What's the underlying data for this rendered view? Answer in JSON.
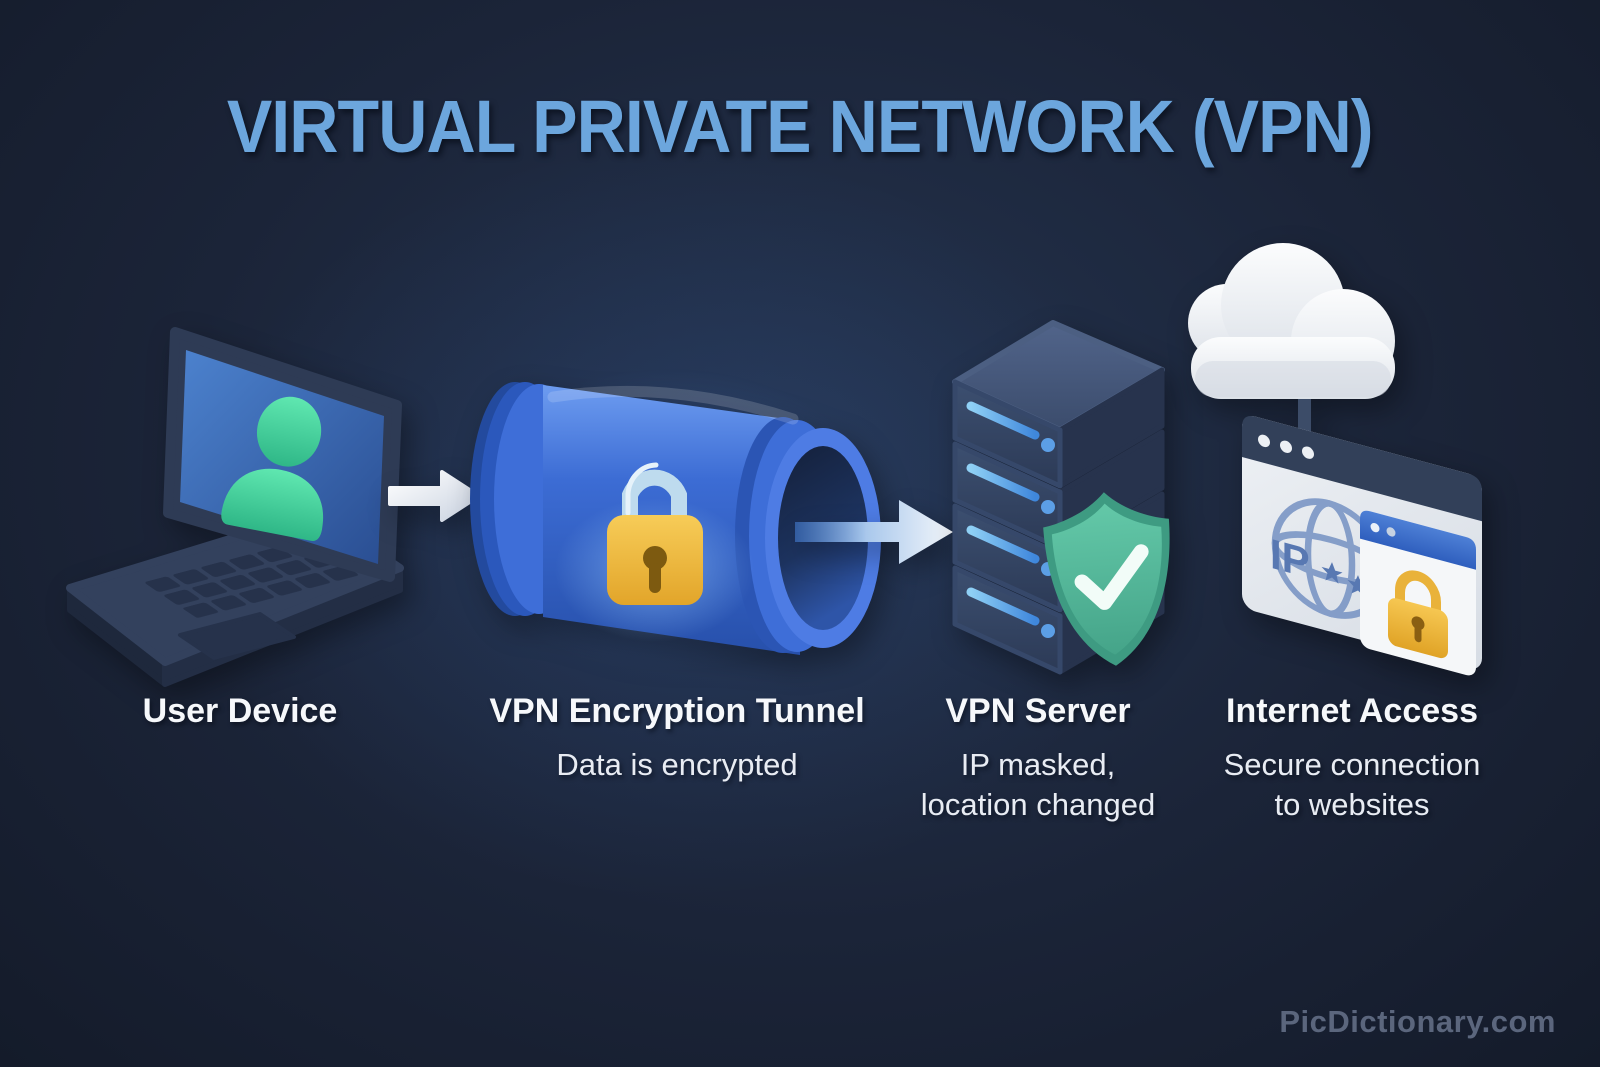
{
  "title": "VIRTUAL PRIVATE NETWORK (VPN)",
  "steps": [
    {
      "id": "user-device",
      "label": "User Device",
      "desc1": "",
      "desc2": ""
    },
    {
      "id": "vpn-encryption-tunnel",
      "label": "VPN Encryption Tunnel",
      "desc1": "Data is encrypted",
      "desc2": ""
    },
    {
      "id": "vpn-server",
      "label": "VPN Server",
      "desc1": "IP masked,",
      "desc2": "location changed"
    },
    {
      "id": "internet-access",
      "label": "Internet Access",
      "desc1": "Secure connection",
      "desc2": "to websites"
    }
  ],
  "browser": {
    "ip_label": "IP"
  },
  "watermark": "PicDictionary.com",
  "icons": [
    "laptop-user-icon",
    "arrow-right-icon",
    "tunnel-padlock-icon",
    "server-shield-icon",
    "cloud-browser-lock-icon"
  ],
  "colors": {
    "background": "#1b2438",
    "title_blue": "#6ca6dd",
    "heading_white": "#f6f8fb",
    "subtitle_white": "#e8ecf3",
    "tunnel_blue": "#3e6ed8",
    "lock_gold": "#eeb93f",
    "shield_green": "#5cc2a2",
    "screen_blue": "#3e6fbf",
    "user_green": "#4fd9a2",
    "slot_cyan": "#6fbdf0",
    "watermark_gray": "#636e86"
  }
}
